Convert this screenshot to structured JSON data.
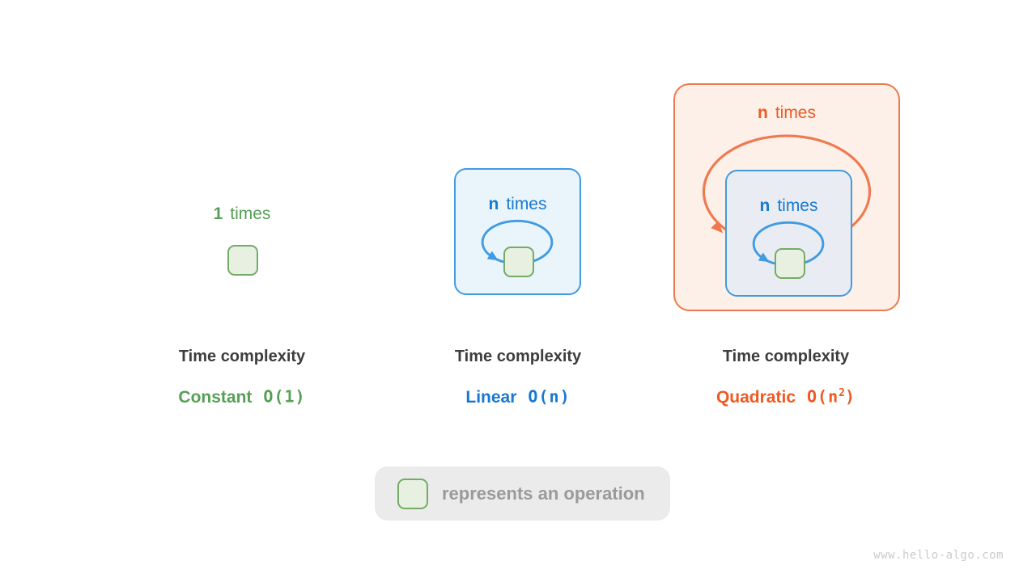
{
  "panels": [
    {
      "loop_count": "1",
      "loop_word": "times",
      "label_title": "Time complexity",
      "complexity_name": "Constant",
      "o_open": "O(",
      "o_arg": "1",
      "o_sup": "",
      "o_close": ")"
    },
    {
      "loop_count": "n",
      "loop_word": "times",
      "label_title": "Time complexity",
      "complexity_name": "Linear",
      "o_open": "O(",
      "o_arg": "n",
      "o_sup": "",
      "o_close": ")"
    },
    {
      "outer_loop_count": "n",
      "outer_loop_word": "times",
      "loop_count": "n",
      "loop_word": "times",
      "label_title": "Time complexity",
      "complexity_name": "Quadratic",
      "o_open": "O(",
      "o_arg": "n",
      "o_sup": "2",
      "o_close": ")"
    }
  ],
  "legend": {
    "text": "represents an operation"
  },
  "watermark": "www.hello-algo.com",
  "colors": {
    "green_text": "#55a055",
    "green_box_border": "#74ab67",
    "green_box_fill": "#e8f1e1",
    "blue_text": "#1779d2",
    "blue_border": "#419be1",
    "blue_panel_fill": "#e9f4fb",
    "inner_panel_fill": "#e9edf3",
    "orange_text": "#ee5a21",
    "orange_border": "#ee7950",
    "orange_panel_fill": "#fdf0e8",
    "title_text": "#3d3d3d",
    "legend_fill": "#ebebeb",
    "legend_text": "#9a9a9a",
    "watermark_text": "#cbcbcb"
  }
}
